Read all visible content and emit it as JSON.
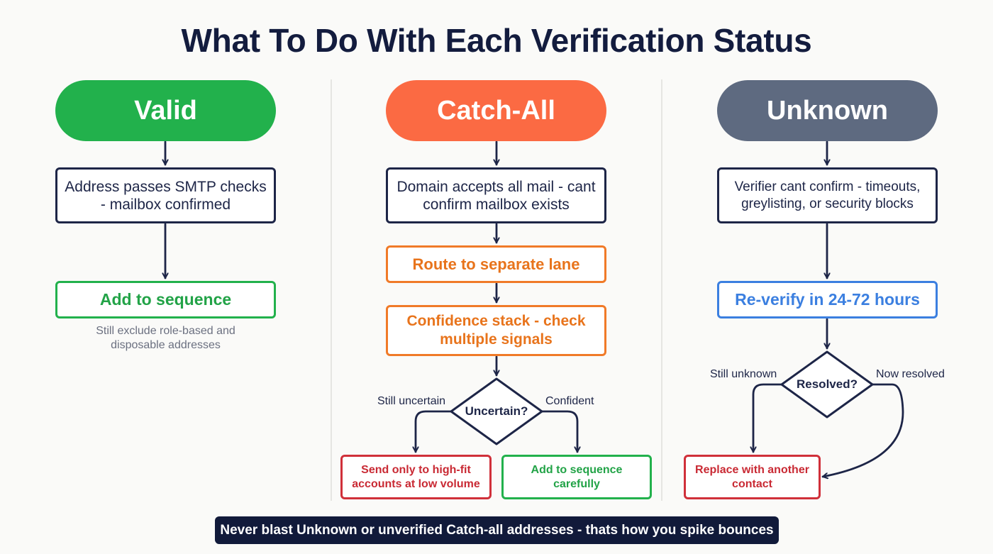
{
  "title": "What To Do With Each Verification Status",
  "colors": {
    "valid": "#22b14c",
    "catch_all": "#fb6a43",
    "unknown": "#5e6a80",
    "orange_action": "#e8741c",
    "red_action": "#d0303a",
    "blue_action": "#3b7fe0",
    "navy": "#1d2547"
  },
  "valid": {
    "header": "Valid",
    "description": "Address passes SMTP checks - mailbox confirmed",
    "action": "Add to sequence",
    "note": "Still exclude role-based and disposable addresses"
  },
  "catch_all": {
    "header": "Catch-All",
    "description": "Domain accepts all mail - cant confirm mailbox exists",
    "step1": "Route to separate lane",
    "step2": "Confidence stack - check multiple signals",
    "decision": "Uncertain?",
    "left_branch": "Still uncertain",
    "right_branch": "Confident",
    "left_action": "Send only to high-fit accounts at low volume",
    "right_action": "Add to sequence carefully"
  },
  "unknown": {
    "header": "Unknown",
    "description": "Verifier cant confirm - timeouts, greylisting, or security blocks",
    "step1": "Re-verify in 24-72 hours",
    "decision": "Resolved?",
    "left_branch": "Still unknown",
    "right_branch": "Now resolved",
    "action": "Replace with another contact"
  },
  "footer": "Never blast Unknown or unverified Catch-all addresses - thats how you spike bounces"
}
